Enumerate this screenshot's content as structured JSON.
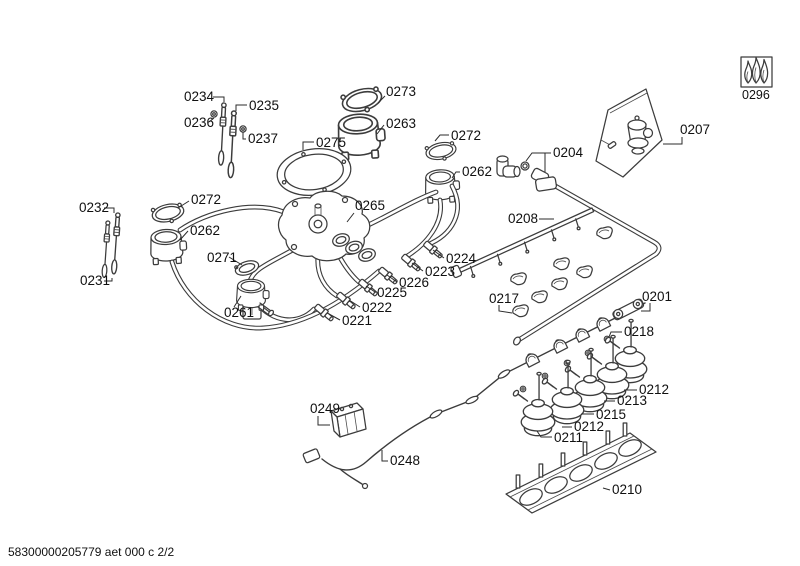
{
  "document": {
    "footer_code": "58300000205779 aet 000 c 2/2"
  },
  "flame_box": {
    "label": "0296"
  },
  "callouts": [
    {
      "text": "0234"
    },
    {
      "text": "0235"
    },
    {
      "text": "0236"
    },
    {
      "text": "0237"
    },
    {
      "text": "0273"
    },
    {
      "text": "0263"
    },
    {
      "text": "0275"
    },
    {
      "text": "0272"
    },
    {
      "text": "0262"
    },
    {
      "text": "0204"
    },
    {
      "text": "0207"
    },
    {
      "text": "0272"
    },
    {
      "text": "0262"
    },
    {
      "text": "0232"
    },
    {
      "text": "0231"
    },
    {
      "text": "0271"
    },
    {
      "text": "0261"
    },
    {
      "text": "0265"
    },
    {
      "text": "0208"
    },
    {
      "text": "0224"
    },
    {
      "text": "0223"
    },
    {
      "text": "0226"
    },
    {
      "text": "0225"
    },
    {
      "text": "0222"
    },
    {
      "text": "0221"
    },
    {
      "text": "0217"
    },
    {
      "text": "0201"
    },
    {
      "text": "0218"
    },
    {
      "text": "0212"
    },
    {
      "text": "0213"
    },
    {
      "text": "0215"
    },
    {
      "text": "0212"
    },
    {
      "text": "0211"
    },
    {
      "text": "0249"
    },
    {
      "text": "0248"
    },
    {
      "text": "0210"
    }
  ],
  "colors": {
    "line": "#3c3c3c",
    "background": "#ffffff",
    "text": "#101010"
  }
}
